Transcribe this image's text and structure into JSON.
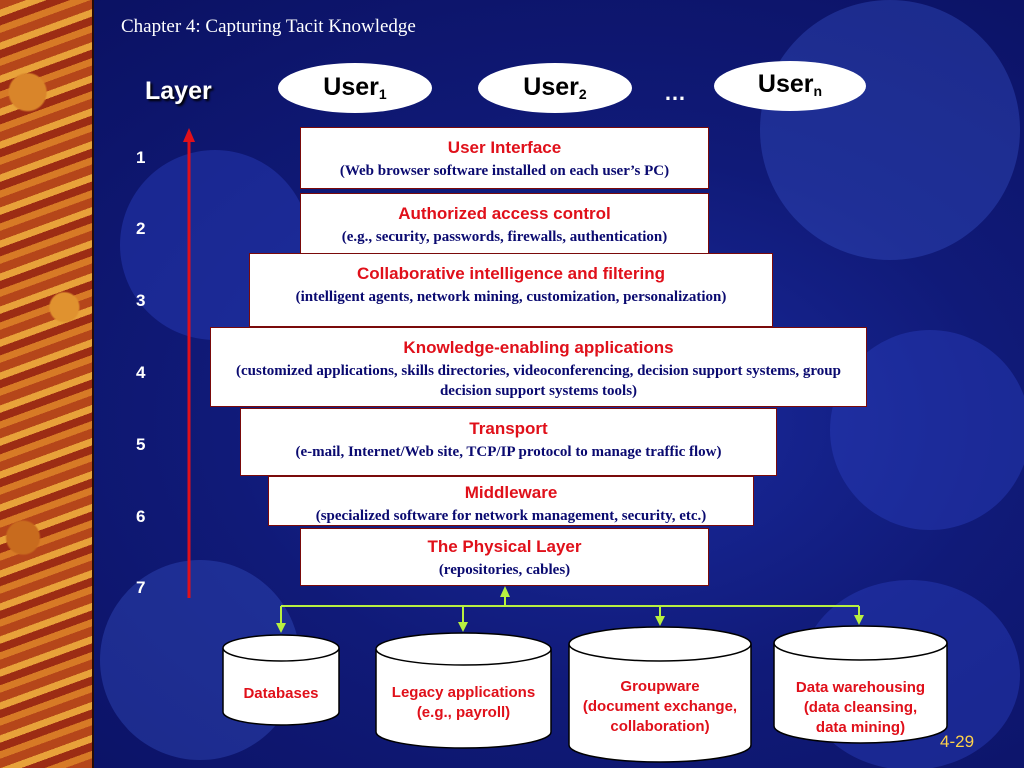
{
  "header": {
    "chapter_title": "Chapter 4:  Capturing Tacit Knowledge"
  },
  "diagram": {
    "layer_heading": "Layer",
    "users": [
      {
        "name": "User",
        "sub": "1"
      },
      {
        "name": "User",
        "sub": "2"
      },
      {
        "name": "User",
        "sub": "n"
      }
    ],
    "ellipsis": "…",
    "layer_numbers": [
      "1",
      "2",
      "3",
      "4",
      "5",
      "6",
      "7"
    ],
    "layers": [
      {
        "title": "User Interface",
        "desc": "(Web browser software installed on each user’s PC)"
      },
      {
        "title": "Authorized access control",
        "desc": "(e.g., security, passwords, firewalls, authentication)"
      },
      {
        "title": "Collaborative intelligence and filtering",
        "desc": "(intelligent agents, network mining, customization, personalization)"
      },
      {
        "title": "Knowledge-enabling applications",
        "desc": "(customized applications, skills directories, videoconferencing, decision support systems, group decision support systems tools)"
      },
      {
        "title": "Transport",
        "desc": "(e-mail, Internet/Web site, TCP/IP protocol to manage traffic flow)"
      },
      {
        "title": "Middleware",
        "desc": "(specialized software for network  management, security, etc.)"
      },
      {
        "title": "The Physical Layer",
        "desc": "(repositories, cables)"
      }
    ],
    "repositories": [
      {
        "line1": "Databases",
        "line2": "",
        "line3": ""
      },
      {
        "line1": "Legacy applications",
        "line2": "(e.g., payroll)",
        "line3": ""
      },
      {
        "line1": "Groupware",
        "line2": "(document exchange,",
        "line3": "collaboration)"
      },
      {
        "line1": "Data warehousing",
        "line2": "(data cleansing,",
        "line3": "data mining)"
      }
    ]
  },
  "footer": {
    "page_number": "4-29"
  },
  "colors": {
    "background": "#101a78",
    "layer_title": "#e0101a",
    "layer_desc": "#0a0a70",
    "arrow": "#e0101a",
    "connector": "#b8f040",
    "page_number": "#ffd24a"
  }
}
